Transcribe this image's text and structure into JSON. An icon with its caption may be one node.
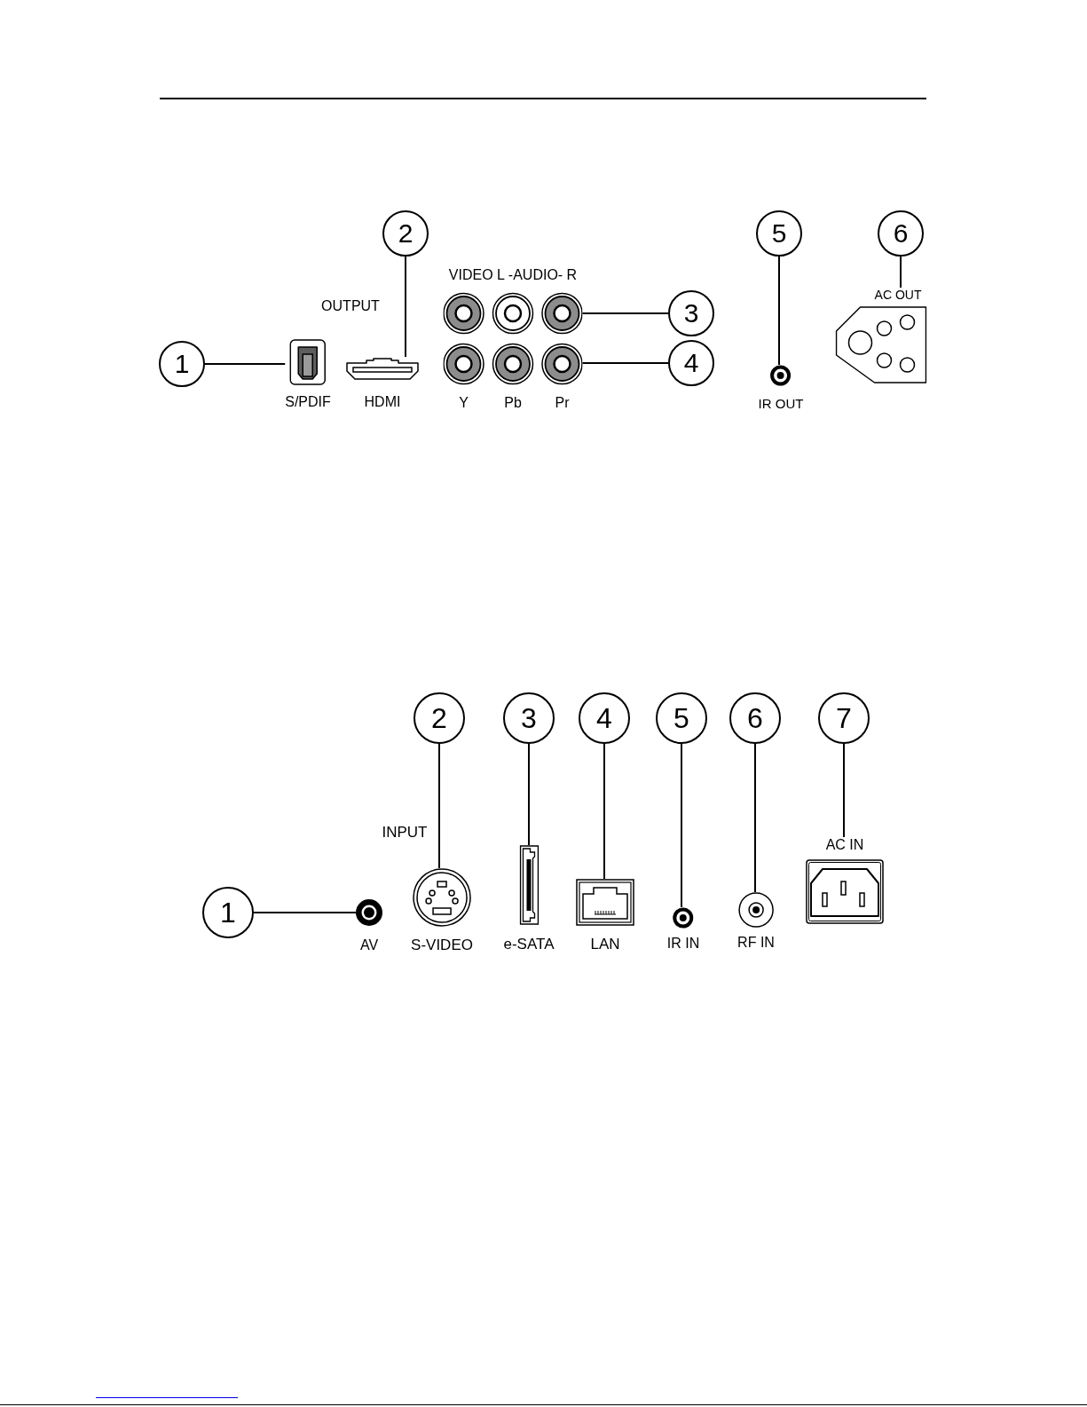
{
  "diagram": {
    "nodes": [
      {
        "text": [
          "1"
        ]
      },
      {
        "text": [],
        "shape": "picture",
        "beside": [
          "S/PDIF"
        ]
      },
      {
        "text": [
          "2"
        ]
      },
      {
        "text": [],
        "shape": "picture",
        "beside": [
          "HDMI"
        ]
      },
      {
        "text": [
          "3"
        ]
      },
      {
        "text": [],
        "shape": "picture",
        "beside": [
          "VIDEO L -AUDIO- R"
        ]
      },
      {
        "text": [
          "4"
        ]
      },
      {
        "text": [],
        "shape": "picture",
        "beside": [
          "Y",
          "Pb",
          "Pr"
        ]
      },
      {
        "text": [
          "5"
        ]
      },
      {
        "text": [],
        "shape": "picture",
        "beside": [
          "IR OUT"
        ]
      },
      {
        "text": [
          "6"
        ]
      },
      {
        "text": [],
        "shape": "picture",
        "beside": [
          "AC OUT"
        ]
      },
      {
        "text": [
          "1"
        ]
      },
      {
        "text": [],
        "shape": "picture",
        "beside": [
          "AV"
        ]
      },
      {
        "text": [
          "2"
        ]
      },
      {
        "text": [],
        "shape": "picture",
        "beside": [
          "S-VIDEO"
        ]
      },
      {
        "text": [
          "3"
        ]
      },
      {
        "text": [],
        "shape": "picture",
        "beside": [
          "e-SATA"
        ]
      },
      {
        "text": [
          "4"
        ]
      },
      {
        "text": [],
        "shape": "picture",
        "beside": [
          "LAN"
        ]
      },
      {
        "text": [
          "5"
        ]
      },
      {
        "text": [],
        "shape": "picture",
        "beside": [
          "IR IN"
        ]
      },
      {
        "text": [
          "6"
        ]
      },
      {
        "text": [],
        "shape": "picture",
        "beside": [
          "RF IN"
        ]
      },
      {
        "text": [
          "7"
        ]
      },
      {
        "text": [],
        "shape": "picture",
        "beside": [
          "AC IN"
        ]
      }
    ],
    "edges": [
      {
        "from": 0,
        "to": 1,
        "arrow": "none"
      },
      {
        "from": 2,
        "to": 3,
        "arrow": "none"
      },
      {
        "from": 4,
        "to": 5,
        "arrow": "none"
      },
      {
        "from": 6,
        "to": 7,
        "arrow": "none"
      },
      {
        "from": 8,
        "to": 9,
        "arrow": "none"
      },
      {
        "from": 10,
        "to": 11,
        "arrow": "none"
      },
      {
        "from": 12,
        "to": 13,
        "arrow": "none"
      },
      {
        "from": 14,
        "to": 15,
        "arrow": "none"
      },
      {
        "from": 16,
        "to": 17,
        "arrow": "none"
      },
      {
        "from": 18,
        "to": 19,
        "arrow": "none"
      },
      {
        "from": 20,
        "to": 21,
        "arrow": "none"
      },
      {
        "from": 22,
        "to": 23,
        "arrow": "none"
      },
      {
        "from": 24,
        "to": 25,
        "arrow": "none"
      }
    ],
    "labels": [
      "OUTPUT",
      "INPUT"
    ]
  }
}
